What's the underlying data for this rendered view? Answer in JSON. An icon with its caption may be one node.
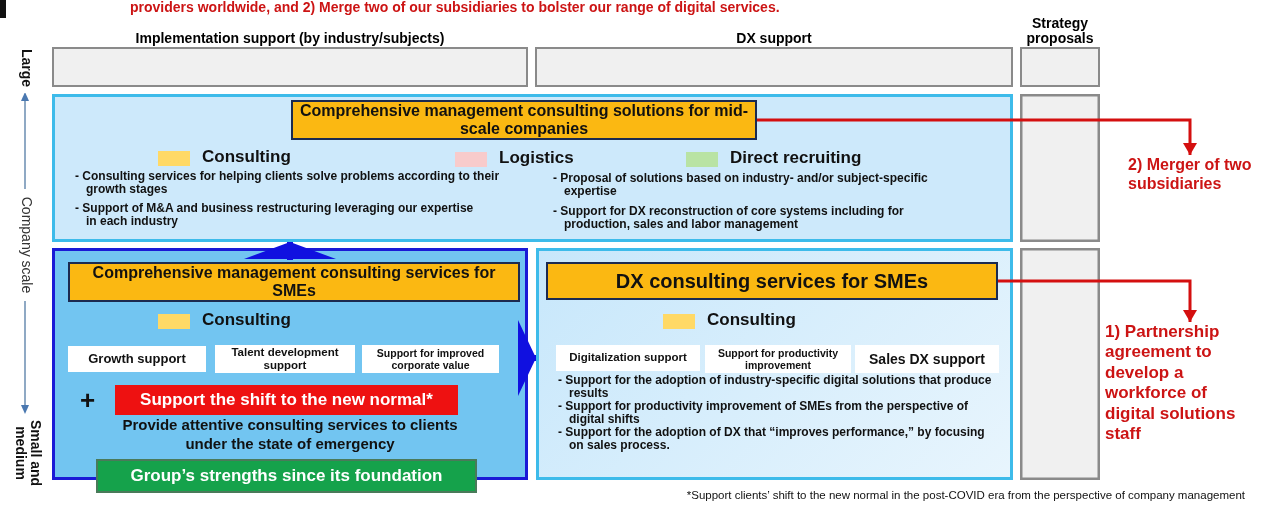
{
  "diagram": {
    "title": "providers worldwide, and 2) Merge two of our subsidiaries to bolster our range of digital services.",
    "nodes": [
      {
        "text": [
          "Implementation support (by industry/subjects)"
        ]
      },
      {
        "text": [
          "DX support"
        ]
      },
      {
        "text": [
          "Strategy proposals"
        ]
      },
      {
        "text": [
          "- Consulting services for helping clients solve problems according to their growth stages",
          "- Support of M&A and business restructuring leveraging our expertise in each industry",
          "- Proposal of solutions based on industry- and/or subject-specific expertise",
          "- Support for DX reconstruction of core systems including for production, sales and labor management"
        ]
      },
      {
        "text": [
          "Comprehensive management consulting solutions for mid-scale companies"
        ],
        "in": 3
      },
      {
        "text": [
          "Provide attentive consulting services to clients under the state of emergency"
        ]
      },
      {
        "text": [
          "Comprehensive management consulting services for SMEs"
        ],
        "in": 5
      },
      {
        "text": [
          "Growth support"
        ],
        "in": 5
      },
      {
        "text": [
          "Talent development support"
        ],
        "in": 5
      },
      {
        "text": [
          "Support for improved corporate value"
        ],
        "in": 5
      },
      {
        "text": [
          "Support the shift to the new normal*"
        ],
        "in": 5
      },
      {
        "text": [
          "Group’s strengths since its foundation"
        ]
      },
      {
        "text": [
          "- Support for the adoption of industry-specific digital solutions that produce results",
          "- Support for productivity improvement of SMEs from the perspective of digital shifts",
          "- Support for the adoption of DX that “improves performance,” by focusing on sales process."
        ]
      },
      {
        "text": [
          "DX consulting services for SMEs"
        ],
        "in": 12
      },
      {
        "text": [
          "Digitalization support"
        ],
        "in": 12
      },
      {
        "text": [
          "Support for productivity improvement"
        ],
        "in": 12
      },
      {
        "text": [
          "Sales DX support"
        ],
        "in": 12
      },
      {
        "text": [
          "2) Merger of two subsidiaries"
        ]
      },
      {
        "text": [
          "1) Partnership agreement to develop a workforce of digital solutions staff"
        ]
      }
    ],
    "edges": [
      {
        "from": 4,
        "to": 17,
        "arrow": "to",
        "color": "#d40f0f"
      },
      {
        "from": 13,
        "to": 18,
        "arrow": "to",
        "color": "#d40f0f"
      },
      {
        "from": 5,
        "to": 3,
        "arrow": "to",
        "style": "thick",
        "color": "#1010e0"
      },
      {
        "from": 5,
        "to": 12,
        "arrow": "to",
        "style": "thick",
        "color": "#1010e0"
      }
    ],
    "labels": [
      "Large",
      "Company scale",
      "Small and medium",
      "+",
      "*Support clients’ shift to the new normal in the post-COVID era from the perspective of company management"
    ],
    "legend": [
      {
        "text": "Consulting",
        "color": "#ffd966"
      },
      {
        "text": "Logistics",
        "color": "#f8cbcb"
      },
      {
        "text": "Direct recruiting",
        "color": "#b9e3a4"
      },
      {
        "text": "Consulting",
        "color": "#ffd966"
      },
      {
        "text": "Consulting",
        "color": "#ffd966"
      }
    ]
  }
}
